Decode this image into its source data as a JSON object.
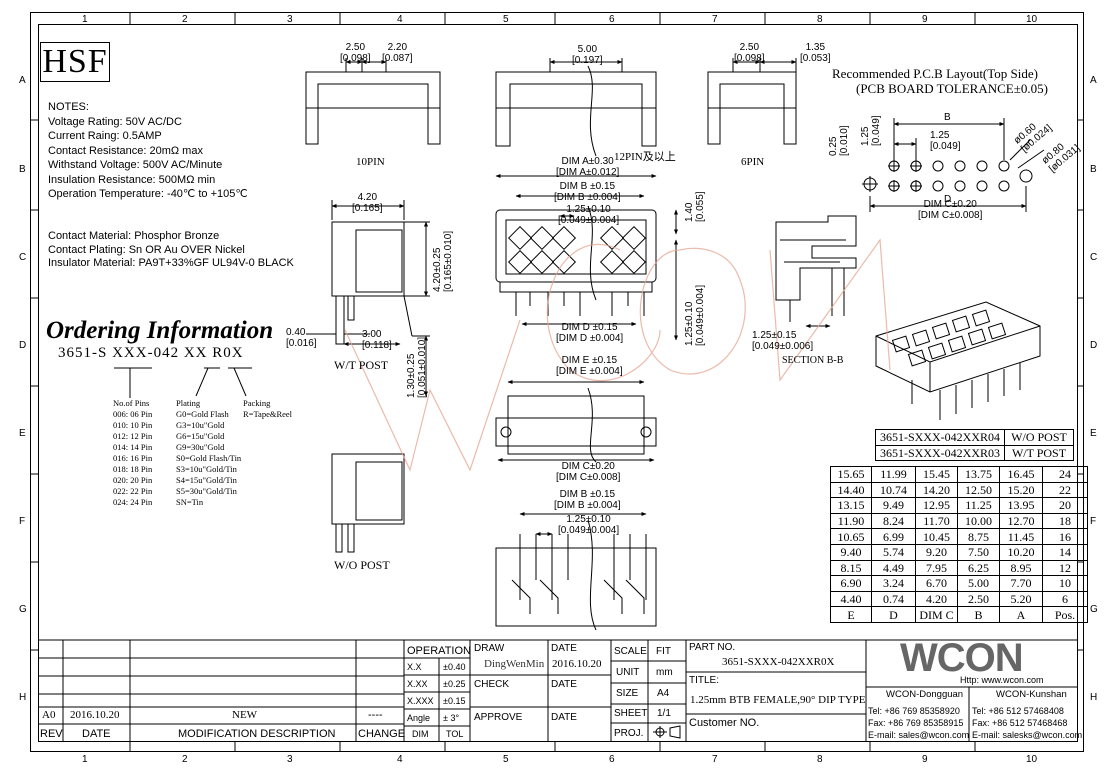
{
  "zones": {
    "columns": [
      "1",
      "2",
      "3",
      "4",
      "5",
      "6",
      "7",
      "8",
      "9",
      "10"
    ],
    "rows": [
      "A",
      "B",
      "C",
      "D",
      "E",
      "F",
      "G",
      "H"
    ]
  },
  "hsf": "HSF",
  "notes": [
    "NOTES:",
    "Voltage Rating: 50V AC/DC",
    "Current Raing: 0.5AMP",
    "Contact Resistance: 20mΩ max",
    "Withstand Voltage: 500V AC/Minute",
    "Insulation Resistance: 500MΩ min",
    "Operation Temperature: -40℃ to +105℃"
  ],
  "materials": [
    "Contact Material: Phosphor Bronze",
    "Contact Plating: Sn OR Au OVER Nickel",
    "Insulator Material: PA9T+33%GF UL94V-0 BLACK"
  ],
  "ordering": {
    "title": "Ordering Information",
    "code": "3651-S XXX-042 XX R0X",
    "pins_title": "No.of Pins",
    "pins": [
      "006: 06 Pin",
      "010: 10 Pin",
      "012: 12 Pin",
      "014: 14 Pin",
      "016: 16 Pin",
      "018: 18 Pin",
      "020: 20 Pin",
      "022: 22 Pin",
      "024: 24 Pin"
    ],
    "plating_title": "Plating",
    "plating": [
      "G0=Gold Flash",
      "G3=10u\"Gold",
      "G6=15u\"Gold",
      "G9=30u\"Gold",
      "S0=Gold Flash/Tin",
      "S3=10u\"Gold/Tin",
      "S4=15u\"Gold/Tin",
      "S5=30u\"Gold/Tin",
      "SN=Tin"
    ],
    "packing_title": "Packing",
    "packing": "R=Tape&Reel"
  },
  "views": {
    "pin10": "10PIN",
    "pin12": "12PIN及以上",
    "pin6": "6PIN",
    "wt_post": "W/T POST",
    "wo_post": "W/O POST",
    "section": "SECTION B-B"
  },
  "dims": {
    "d250": "2.50",
    "d250i": "[0.098]",
    "d220": "2.20",
    "d220i": "[0.087]",
    "d500": "5.00",
    "d500i": "[0.197]",
    "d135": "1.35",
    "d135i": "[0.053]",
    "d420": "4.20",
    "d420i": "[0.165]",
    "d420t": "4.20±0.25",
    "d420ti": "[0.165±0.010]",
    "d040": "0.40",
    "d040i": "[0.016]",
    "d300": "3.00",
    "d300i": "[0.118]",
    "d130": "1.30±0.25",
    "d130i": "[0.051±0.010]",
    "dimA": "DIM A±0.30",
    "dimAi": "[DIM A±0.012]",
    "dimB": "DIM B ±0.15",
    "dimBi": "[DIM B ±0.004]",
    "d125": "1.25±0.10",
    "d125i": "[0.049±0.004]",
    "d140": "1.40",
    "d140i": "[0.055]",
    "dimD": "DIM D ±0.15",
    "dimDi": "[DIM D ±0.004]",
    "dimE": "DIM E ±0.15",
    "dimEi": "[DIM E ±0.004]",
    "dimC": "DIM C±0.20",
    "dimCi": "[DIM C±0.008]",
    "d125v": "1.25±0.10",
    "d125vi": "[0.049±0.004]",
    "d125s": "1.25±0.15",
    "d125si": "[0.049±0.006]",
    "dimB2": "DIM B ±0.15",
    "dimB2i": "[DIM B ±0.004]",
    "d125b": "1.25±0.10",
    "d125bi": "[0.049±0.004]"
  },
  "pcb": {
    "title1": "Recommended P.C.B Layout(Top Side)",
    "title2": "(PCB BOARD TOLERANCE±0.05)",
    "B": "B",
    "p125": "1.25",
    "p125i": "[0.049]",
    "p025": "0.25",
    "p025i": "[0.010]",
    "p125v": "1.25",
    "p125vi": "[0.049]",
    "p060": "ø0.60",
    "p060i": "[ø0.024]",
    "p080": "ø0.80",
    "p080i": "[ø0.031]",
    "D": "D",
    "dimC": "DIM C±0.20",
    "dimCi": "[DIM C±0.008]"
  },
  "variants": [
    {
      "part": "3651-SXXX-042XXR04",
      "type": "W/O POST"
    },
    {
      "part": "3651-SXXX-042XXR03",
      "type": "W/T POST"
    }
  ],
  "dim_table": {
    "columns": [
      "E",
      "D",
      "DIM C",
      "B",
      "A",
      "Pos."
    ],
    "rows": [
      [
        "15.65",
        "11.99",
        "15.45",
        "13.75",
        "16.45",
        "24"
      ],
      [
        "14.40",
        "10.74",
        "14.20",
        "12.50",
        "15.20",
        "22"
      ],
      [
        "13.15",
        "9.49",
        "12.95",
        "11.25",
        "13.95",
        "20"
      ],
      [
        "11.90",
        "8.24",
        "11.70",
        "10.00",
        "12.70",
        "18"
      ],
      [
        "10.65",
        "6.99",
        "10.45",
        "8.75",
        "11.45",
        "16"
      ],
      [
        "9.40",
        "5.74",
        "9.20",
        "7.50",
        "10.20",
        "14"
      ],
      [
        "8.15",
        "4.49",
        "7.95",
        "6.25",
        "8.95",
        "12"
      ],
      [
        "6.90",
        "3.24",
        "6.70",
        "5.00",
        "7.70",
        "10"
      ],
      [
        "4.40",
        "0.74",
        "4.20",
        "2.50",
        "5.20",
        "6"
      ]
    ]
  },
  "title_block": {
    "rev_rows": [
      {
        "rev": "A0",
        "date": "2016.10.20",
        "desc": "NEW",
        "change": "----"
      }
    ],
    "h_rev": "REV",
    "h_date": "DATE",
    "h_desc": "MODIFICATION  DESCRIPTION",
    "h_change": "CHANGE",
    "operation": "OPERATION",
    "tolerances": [
      {
        "k": "X.X",
        "v": "±0.40"
      },
      {
        "k": "X.XX",
        "v": "±0.25"
      },
      {
        "k": "X.XXX",
        "v": "±0.15"
      },
      {
        "k": "Angle",
        "v": "± 3°"
      }
    ],
    "dim": "DIM",
    "tol": "TOL",
    "draw": "DRAW",
    "draw_name": "DingWenMin",
    "date": "DATE",
    "draw_date": "2016.10.20",
    "check": "CHECK",
    "check_date": "DATE",
    "approve": "APPROVE",
    "approve_date": "DATE",
    "scale": "SCALE",
    "fit": "FIT",
    "unit": "UNIT",
    "mm": "mm",
    "size": "SIZE",
    "a4": "A4",
    "sheet": "SHEET",
    "sheet_no": "1/1",
    "proj": "PROJ.",
    "part_no_label": "PART NO.",
    "part_no": "3651-SXXX-042XXR0X",
    "title_label": "TITLE:",
    "title": "1.25mm BTB FEMALE,90° DIP TYPE",
    "customer": "Customer NO.",
    "logo": "WCON",
    "http": "Http: www.wcon.com",
    "dongguan": "WCON-Dongguan",
    "kunshan": "WCON-Kunshan",
    "tel_dg": "Tel: +86 769 85358920",
    "tel_ks": "Tel: +86 512 57468408",
    "fax_dg": "Fax: +86 769 85358915",
    "fax_ks": "Fax: +86 512 57468468",
    "mail_dg": "E-mail: sales@wcon.com",
    "mail_ks": "E-mail: salesks@wcon.com"
  }
}
